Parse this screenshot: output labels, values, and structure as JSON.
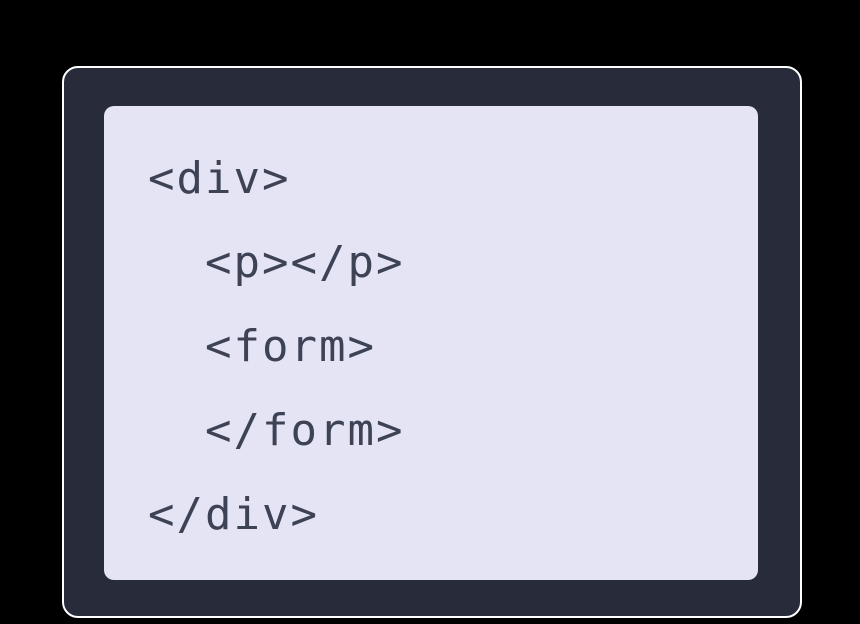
{
  "code": {
    "language": "html",
    "lines": [
      {
        "text": "<div>",
        "indent": 0
      },
      {
        "text": "<p></p>",
        "indent": 1
      },
      {
        "text": "<form>",
        "indent": 1
      },
      {
        "text": "</form>",
        "indent": 1
      },
      {
        "text": "</div>",
        "indent": 0
      }
    ]
  },
  "colors": {
    "page_background": "#000000",
    "card_background": "#282c3a",
    "card_border": "#ffffff",
    "panel_background": "#e4e4f5",
    "code_text": "#3e4255"
  }
}
